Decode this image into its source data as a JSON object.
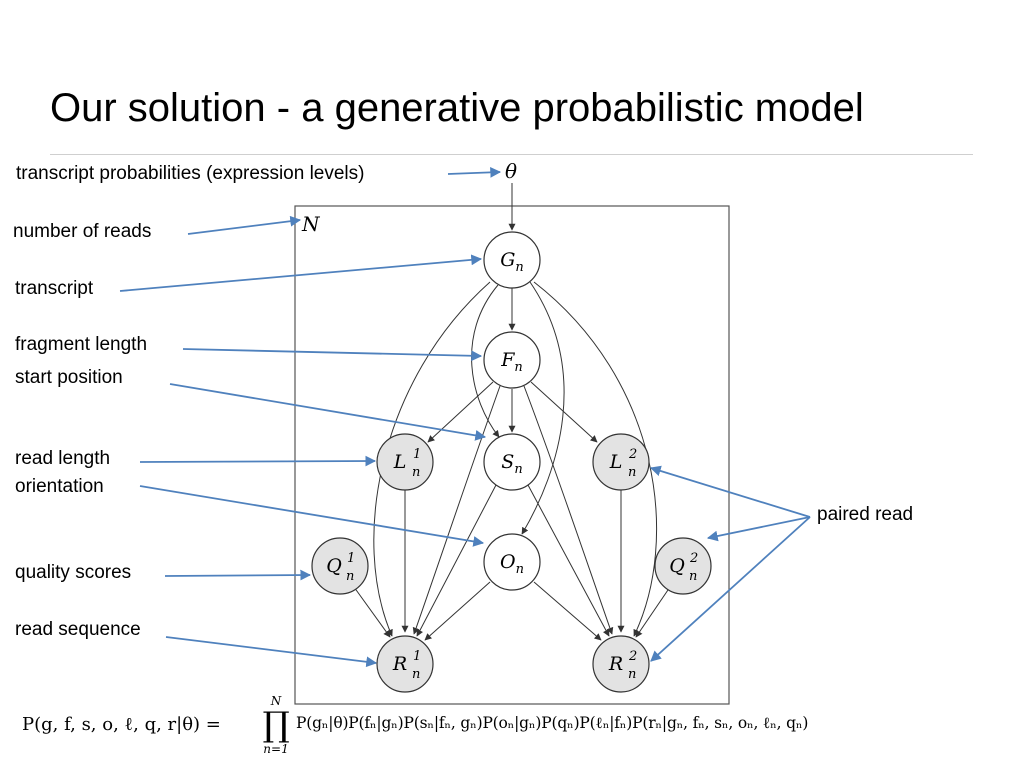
{
  "slide": {
    "title": "Our solution - a generative probabilistic model"
  },
  "labels": {
    "transcript_probabilities": "transcript probabilities (expression levels)",
    "number_of_reads": "number of reads",
    "transcript": "transcript",
    "fragment_length": "fragment length",
    "start_position": "start position",
    "read_length": "read length",
    "orientation": "orientation",
    "quality_scores": "quality scores",
    "read_sequence": "read sequence",
    "paired_read": "paired read"
  },
  "graph": {
    "theta": "θ",
    "plate_label": "N",
    "nodes": {
      "G": {
        "letter": "G",
        "sub": "n",
        "sup": "",
        "observed": false
      },
      "F": {
        "letter": "F",
        "sub": "n",
        "sup": "",
        "observed": false
      },
      "L1": {
        "letter": "L",
        "sub": "n",
        "sup": "1",
        "observed": true
      },
      "S": {
        "letter": "S",
        "sub": "n",
        "sup": "",
        "observed": false
      },
      "L2": {
        "letter": "L",
        "sub": "n",
        "sup": "2",
        "observed": true
      },
      "Q1": {
        "letter": "Q",
        "sub": "n",
        "sup": "1",
        "observed": true
      },
      "O": {
        "letter": "O",
        "sub": "n",
        "sup": "",
        "observed": false
      },
      "Q2": {
        "letter": "Q",
        "sub": "n",
        "sup": "2",
        "observed": true
      },
      "R1": {
        "letter": "R",
        "sub": "n",
        "sup": "1",
        "observed": true
      },
      "R2": {
        "letter": "R",
        "sub": "n",
        "sup": "2",
        "observed": true
      }
    }
  },
  "formula": {
    "lhs": "P(g, f, s, o, ℓ, q, r|θ) =",
    "prod_upper": "N",
    "prod_symbol": "∏",
    "prod_lower": "n=1",
    "rhs": "P(gₙ|θ)P(fₙ|gₙ)P(sₙ|fₙ, gₙ)P(oₙ|gₙ)P(qₙ)P(ℓₙ|fₙ)P(rₙ|gₙ, fₙ, sₙ, oₙ, ℓₙ, qₙ)"
  },
  "colors": {
    "arrow_blue": "#4f81bd",
    "observed_fill": "#e3e3e3",
    "edge": "#333333"
  }
}
